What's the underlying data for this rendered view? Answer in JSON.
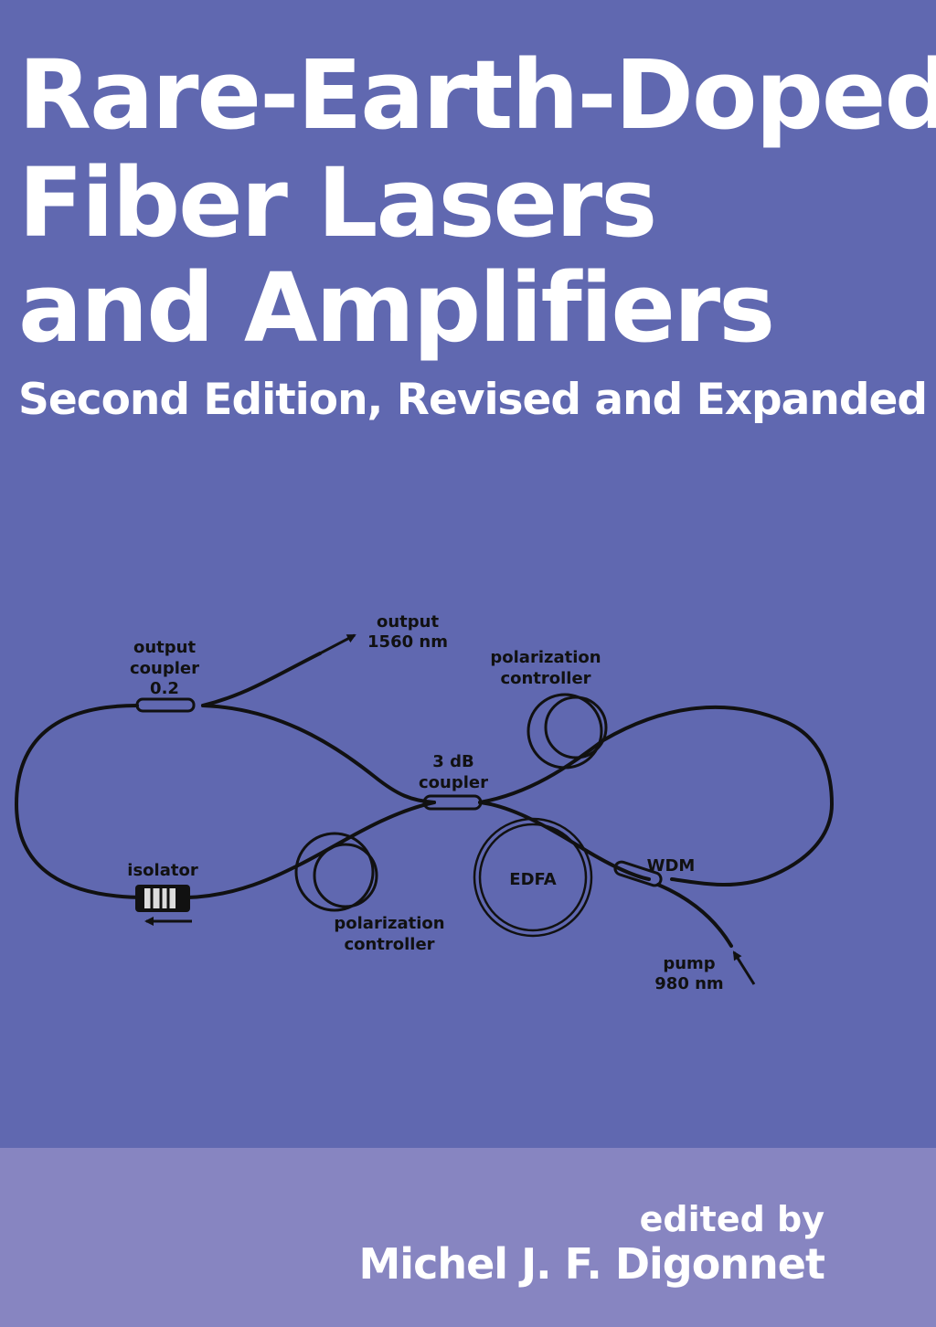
{
  "cover": {
    "title_lines": [
      "Rare-Earth-Doped",
      "Fiber Lasers",
      "and Amplifiers"
    ],
    "subtitle": "Second Edition, Revised and Expanded",
    "editor_label": "edited by",
    "editor_name": "Michel J. F. Digonnet"
  },
  "diagram": {
    "output_coupler": [
      "output",
      "coupler",
      "0.2"
    ],
    "output": [
      "output",
      "1560 nm"
    ],
    "polarization_controller_top": [
      "polarization",
      "controller"
    ],
    "coupler_3db": [
      "3 dB",
      "coupler"
    ],
    "isolator": "isolator",
    "edfa": "EDFA",
    "wdm": "WDM",
    "polarization_controller_bottom": [
      "polarization",
      "controller"
    ],
    "pump": [
      "pump",
      "980 nm"
    ]
  },
  "colors": {
    "background": "#6068b0",
    "bottom_band": "#8785c1",
    "text": "#ffffff",
    "diagram_ink": "#111111"
  }
}
